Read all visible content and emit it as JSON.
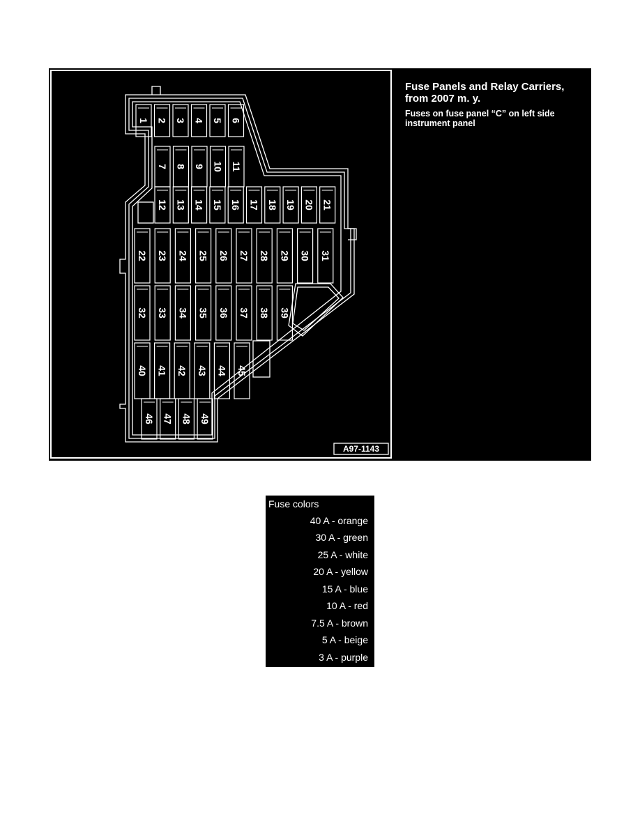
{
  "caption": {
    "title": "Fuse Panels and Relay Carriers, from 2007 m. y.",
    "subtitle": "Fuses on fuse panel “C” on left side instrument panel"
  },
  "figure_id": "A97-1143",
  "fuses": [
    "1",
    "2",
    "3",
    "4",
    "5",
    "6",
    "7",
    "8",
    "9",
    "10",
    "11",
    "12",
    "13",
    "14",
    "15",
    "16",
    "17",
    "18",
    "19",
    "20",
    "21",
    "22",
    "23",
    "24",
    "25",
    "26",
    "27",
    "28",
    "29",
    "30",
    "31",
    "32",
    "33",
    "34",
    "35",
    "36",
    "37",
    "38",
    "39",
    "40",
    "41",
    "42",
    "43",
    "44",
    "45",
    "46",
    "47",
    "48",
    "49"
  ],
  "legend": {
    "title": "Fuse colors",
    "entries": [
      "40 A - orange",
      "30 A - green",
      "25 A - white",
      "20 A - yellow",
      "15 A - blue",
      "10 A - red",
      "7.5 A - brown",
      "5 A - beige",
      "3 A - purple"
    ]
  }
}
